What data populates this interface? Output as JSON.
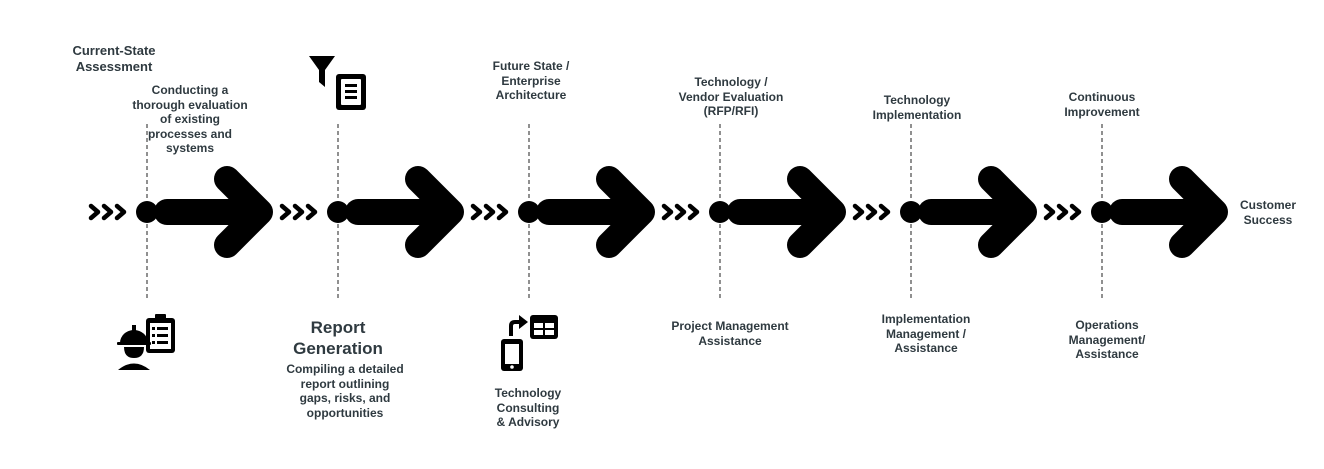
{
  "stages": [
    {
      "title": "Current-State\nAssessment",
      "description": "Conducting a\nthorough evaluation\nof existing\nprocesses and\nsystems",
      "icon": "engineer-checklist-icon"
    },
    {
      "title": "Report\nGeneration",
      "description": "Compiling a detailed\nreport outlining\ngaps, risks, and\nopportunities",
      "icon": "filter-document-icon"
    },
    {
      "title": "Future State /\nEnterprise\nArchitecture",
      "description": "Technology\nConsulting\n& Advisory",
      "icon": "mobile-sync-table-icon"
    },
    {
      "title": "Technology /\nVendor Evaluation\n(RFP/RFI)",
      "description": "Project Management\nAssistance"
    },
    {
      "title": "Technology\nImplementation",
      "description": "Implementation\nManagement /\nAssistance"
    },
    {
      "title": "Continuous\nImprovement",
      "description": "Operations\nManagement/\nAssistance"
    }
  ],
  "end_label": "Customer\nSuccess",
  "colors": {
    "arrow": "#000000",
    "text": "#2f3a40",
    "connector": "#222222"
  }
}
